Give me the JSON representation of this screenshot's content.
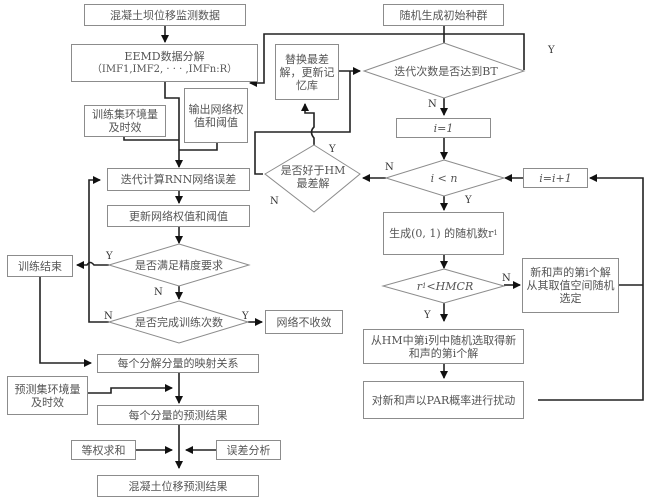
{
  "title": "EEMD-RNN-HS concrete dam displacement prediction flowchart",
  "left_flow": {
    "monitoring_data": "混凝土坝位移监测数据",
    "eemd_line1": "EEMD数据分解",
    "eemd_line2": "（IMF1,IMF2, · · · ,IMFn:R）",
    "train_env": "训练集环境量及时效",
    "output_weights": "输出网络权值和阈值",
    "iter_rnn": "迭代计算RNN网络误差",
    "update_weights": "更新网络权值和阈值",
    "accuracy_check": "是否满足精度要求",
    "train_count_check": "是否完成训练次数",
    "not_converge": "网络不收敛",
    "train_end": "训练结束",
    "mapping": "每个分解分量的映射关系",
    "predict_env": "预测集环境量及时效",
    "component_result": "每个分量的预测结果",
    "equal_weight_sum": "等权求和",
    "error_analysis": "误差分析",
    "final_result": "混凝土位移预测结果"
  },
  "right_flow": {
    "init_population": "随机生成初始种群",
    "iter_check": "迭代次数是否达到BT",
    "replace_worst": "替换最差解，更新记忆库",
    "i_init": "i=1",
    "i_less_n": "i < n",
    "i_increment": "i=i+1",
    "better_check": "是否好于HM最差解",
    "gen_random": "生成(0, 1) 的随机数r",
    "gen_random_sub": "1",
    "hmcr_check_r": "r",
    "hmcr_check_sub": "1",
    "hmcr_check_rest": "<HMCR",
    "random_select": "新和声的第i个解从其取值空间随机选定",
    "hm_select": "从HM中第i列中随机选取得新和声的第i个解",
    "par_perturb": "对新和声以PAR概率进行扰动"
  },
  "branch_labels": {
    "y": "Y",
    "n": "N"
  }
}
